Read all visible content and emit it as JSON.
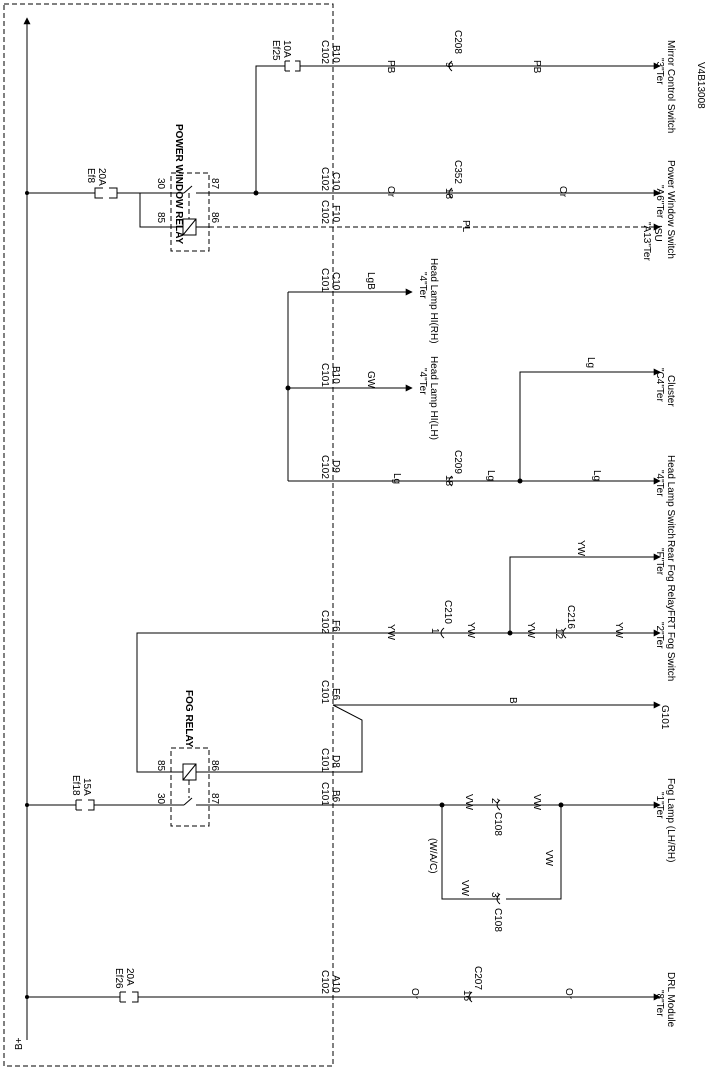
{
  "diagram_id": "V4B13008",
  "bus_label": "B+",
  "fuses": {
    "ef8": {
      "name": "Ef8",
      "rating": "20A"
    },
    "ef25": {
      "name": "Ef25",
      "rating": "10A"
    },
    "ef18": {
      "name": "Ef18",
      "rating": "15A"
    },
    "ef26": {
      "name": "Ef26",
      "rating": "20A"
    }
  },
  "relays": {
    "power_window": {
      "title": "POWER WINDOW RELAY",
      "pins": [
        "30",
        "85",
        "87",
        "86"
      ]
    },
    "fog": {
      "title": "FOG RELAY",
      "pins": [
        "85",
        "30",
        "86",
        "87"
      ]
    }
  },
  "connectors": {
    "c102_b10": {
      "name": "C102",
      "pin": "B10"
    },
    "c102_c10": {
      "name": "C102",
      "pin": "C10"
    },
    "c102_f10": {
      "name": "C102",
      "pin": "F10"
    },
    "c101_c10": {
      "name": "C101",
      "pin": "C10"
    },
    "c101_b10": {
      "name": "C101",
      "pin": "B10"
    },
    "c102_d9": {
      "name": "C102",
      "pin": "D9"
    },
    "c102_f6": {
      "name": "C102",
      "pin": "F6"
    },
    "c101_e6": {
      "name": "C101",
      "pin": "E6"
    },
    "c101_d8": {
      "name": "C101",
      "pin": "D8"
    },
    "c101_b6": {
      "name": "C101",
      "pin": "B6"
    },
    "c102_a10": {
      "name": "C102",
      "pin": "A10"
    }
  },
  "inline": {
    "c208": {
      "name": "C208",
      "pin": "9"
    },
    "c352": {
      "name": "C352",
      "pin": "18"
    },
    "c209": {
      "name": "C209",
      "pin": "18"
    },
    "c210": {
      "name": "C210",
      "pin": "1"
    },
    "c216": {
      "name": "C216",
      "pin": "12"
    },
    "c108a": {
      "name": "C108",
      "pin": "2"
    },
    "c108b": {
      "name": "C108",
      "pin": "3"
    },
    "c207": {
      "name": "C207",
      "pin": "16"
    }
  },
  "wires": {
    "pb": "PB",
    "or": "Or",
    "pl": "PL",
    "lgb": "LgB",
    "gw": "GW",
    "lg": "Lg",
    "yw": "YW",
    "b": "B",
    "vw": "VW",
    "wac": "(W/A/C)"
  },
  "destinations": {
    "mirror": {
      "ter": "\"3\"Ter",
      "name": "Mirror Control Switch"
    },
    "pw_switch": {
      "ter": "\"A6\"Ter",
      "name": "Power Window Switch"
    },
    "isu": {
      "ter": "\"A13\"Ter",
      "name": "ISU"
    },
    "hl_hi_rh": {
      "ter": "\"4\"Ter",
      "name": "Head Lamp HI(RH)"
    },
    "hl_hi_lh": {
      "ter": "\"4\"Ter",
      "name": "Head Lamp HI(LH)"
    },
    "cluster": {
      "ter": "\"C4\"Ter",
      "name": "Cluster"
    },
    "hl_switch": {
      "ter": "\"4\"Ter",
      "name": "Head Lamp Switch"
    },
    "rear_fog": {
      "ter": "\"F\"Ter",
      "name": "Rear Fog Relay"
    },
    "frt_fog_sw": {
      "ter": "\"2\"Ter",
      "name": "FRT Fog Switch"
    },
    "g101": {
      "ter": "",
      "name": "G101"
    },
    "fog_lamp": {
      "ter": "\"1\"Ter",
      "name": "Fog Lamp (LH/RH)"
    },
    "drl": {
      "ter": "\"8\"Ter",
      "name": "DRL Module"
    }
  }
}
